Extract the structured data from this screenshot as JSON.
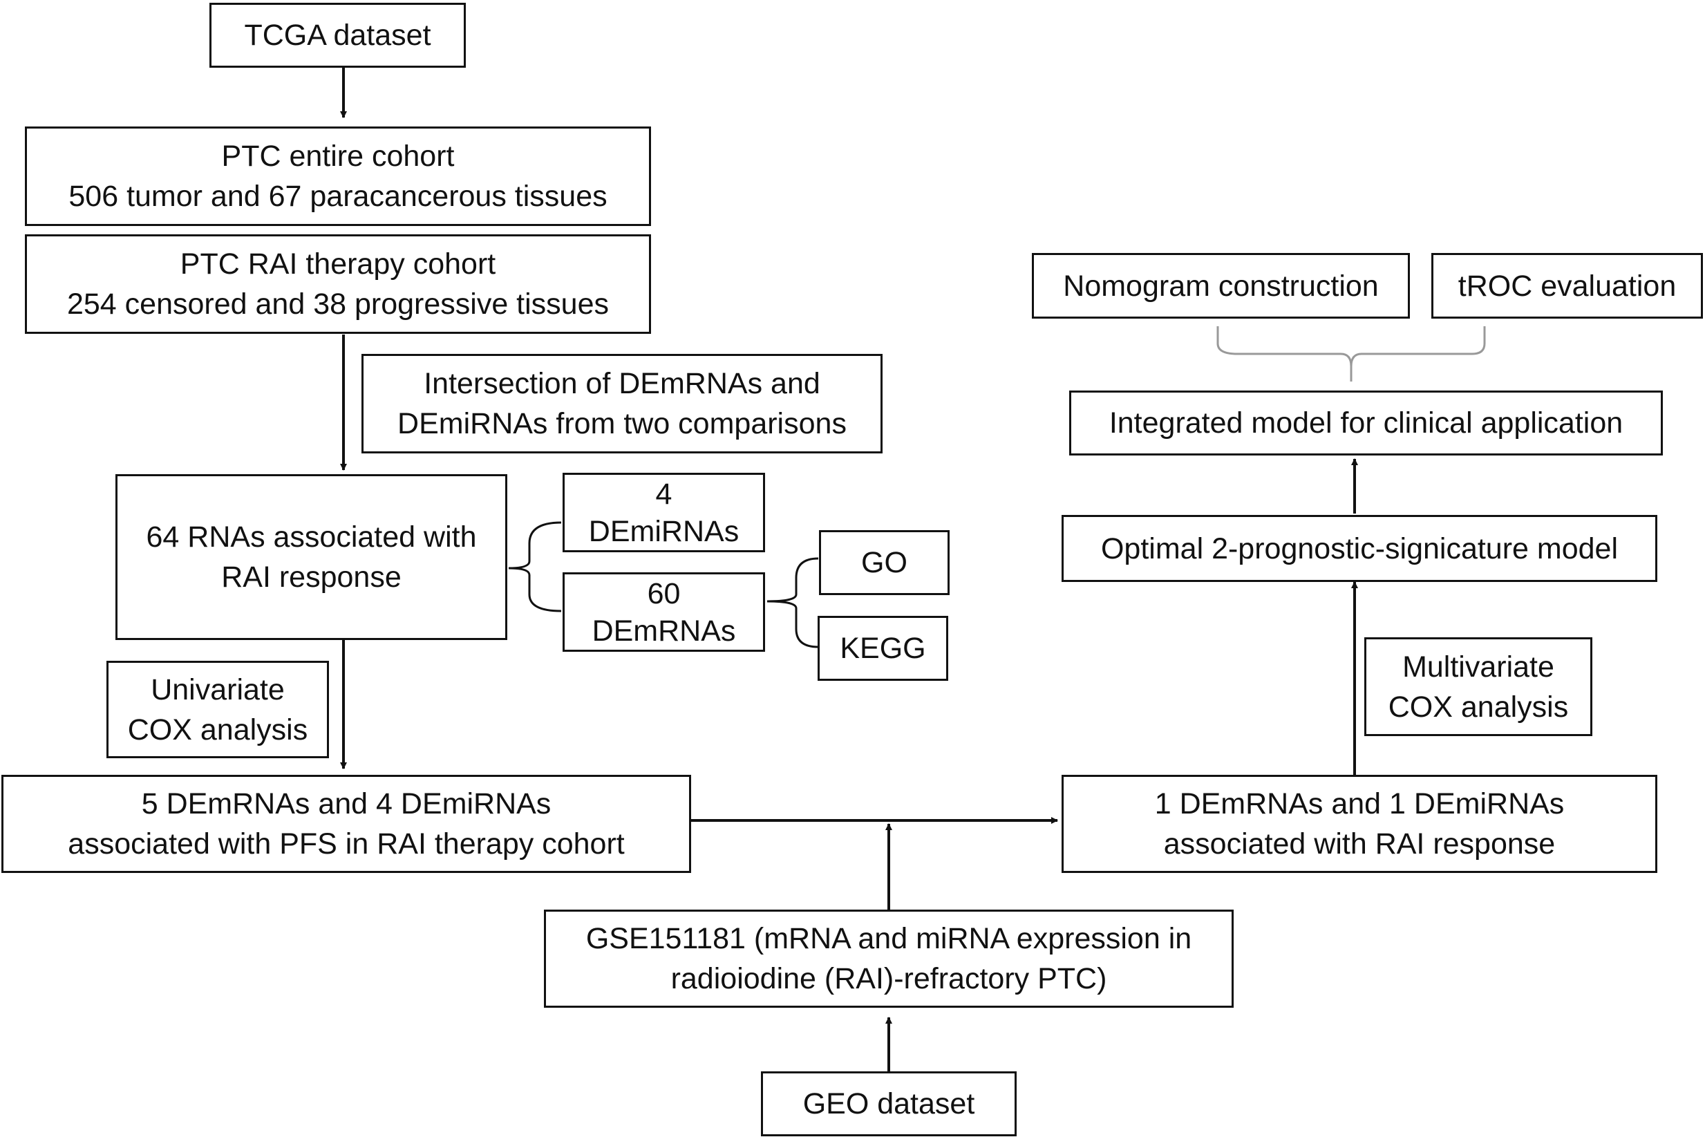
{
  "nodes": {
    "tcga": [
      "TCGA dataset"
    ],
    "entire_cohort": [
      "PTC entire cohort",
      "506 tumor and 67 paracancerous tissues"
    ],
    "rai_cohort": [
      "PTC RAI  therapy cohort",
      "254 censored and 38 progressive tissues"
    ],
    "intersection": [
      "Intersection of DEmRNAs and",
      "DEmiRNAs from two comparisons"
    ],
    "rnas64": [
      "64 RNAs associated with",
      "RAI response"
    ],
    "demirnas4": [
      "4",
      "DEmiRNAs"
    ],
    "demrnas60": [
      "60",
      "DEmRNAs"
    ],
    "go": [
      "GO"
    ],
    "kegg": [
      "KEGG"
    ],
    "univariate": [
      "Univariate",
      "COX analysis"
    ],
    "pfs": [
      "5 DEmRNAs and 4 DEmiRNAs",
      "associated with PFS in RAI  therapy cohort"
    ],
    "gse": [
      "GSE151181 (mRNA and miRNA expression in",
      "radioiodine (RAI)-refractory PTC)"
    ],
    "geo": [
      "GEO dataset"
    ],
    "one_each": [
      "1 DEmRNAs and 1 DEmiRNAs",
      "associated with RAI response"
    ],
    "multivariate": [
      "Multivariate",
      "COX analysis"
    ],
    "optimal": [
      "Optimal 2-prognostic-signicature model"
    ],
    "integrated": [
      "Integrated model for clinical application"
    ],
    "nomogram": [
      "Nomogram construction"
    ],
    "troc": [
      "tROC evaluation"
    ]
  }
}
